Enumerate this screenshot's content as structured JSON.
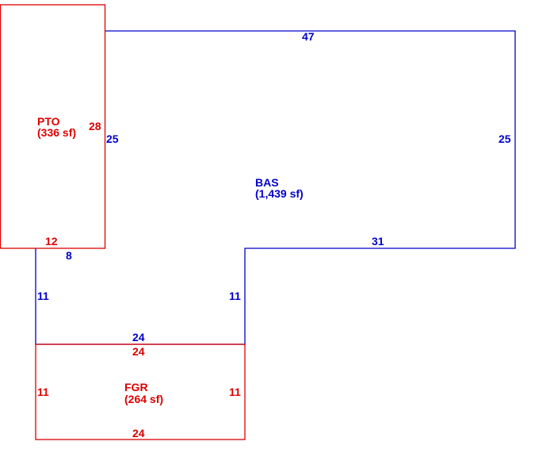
{
  "colors": {
    "bas": "#0000cc",
    "addition": "#dd0000",
    "background": "#ffffff"
  },
  "areas": {
    "bas": {
      "code": "BAS",
      "area": "(1,439 sf)",
      "dims": {
        "top": "47",
        "right": "25",
        "left": "25",
        "step_top": "31",
        "step_vertical": "11",
        "left_lower": "11",
        "bottom": "24",
        "notch": "8"
      }
    },
    "pto": {
      "code": "PTO",
      "area": "(336 sf)",
      "dims": {
        "side": "28",
        "bottom": "12"
      }
    },
    "fgr": {
      "code": "FGR",
      "area": "(264 sf)",
      "dims": {
        "top": "24",
        "bottom": "24",
        "left": "11",
        "right": "11"
      }
    }
  }
}
